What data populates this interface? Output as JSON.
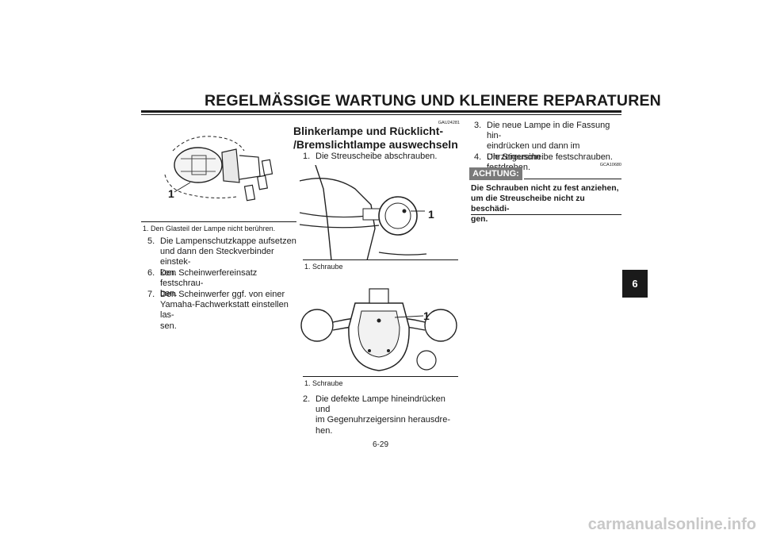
{
  "header": {
    "title": "REGELMÄSSIGE WARTUNG UND KLEINERE REPARATUREN"
  },
  "chapter_tab": "6",
  "left_column": {
    "figure_label": "1",
    "caption": "1. Den Glasteil der Lampe nicht berühren.",
    "steps": [
      {
        "num": "5.",
        "lines": [
          "Die Lampenschutzkappe aufsetzen",
          "und dann den Steckverbinder einstek-",
          "ken."
        ]
      },
      {
        "num": "6.",
        "lines": [
          "Den Scheinwerfereinsatz festschrau-",
          "ben."
        ]
      },
      {
        "num": "7.",
        "lines": [
          "Den Scheinwerfer ggf. von einer",
          "Yamaha-Fachwerkstatt einstellen las-",
          "sen."
        ]
      }
    ]
  },
  "middle_column": {
    "code": "GAU24281",
    "heading_lines": [
      "Blinkerlampe und Rücklicht-",
      "/Bremslichtlampe auswechseln"
    ],
    "step1": {
      "num": "1.",
      "text": "Die Streuscheibe abschrauben."
    },
    "figure1_label": "1",
    "caption1": "1. Schraube",
    "figure2_label": "1",
    "caption2": "1. Schraube",
    "step2": {
      "num": "2.",
      "lines": [
        "Die defekte Lampe hineindrücken und",
        "im Gegenuhrzeigersinn herausdre-",
        "hen."
      ]
    }
  },
  "right_column": {
    "steps": [
      {
        "num": "3.",
        "lines": [
          "Die neue Lampe in die Fassung hin-",
          "eindrücken und dann im Uhrzeigersinn",
          "festdrehen."
        ]
      },
      {
        "num": "4.",
        "lines": [
          "Die Streuscheibe festschrauben."
        ]
      }
    ],
    "code": "GCA10680",
    "achtung_label": "ACHTUNG:",
    "warning_lines": [
      "Die Schrauben nicht zu fest anziehen,",
      "um die Streuscheibe nicht zu beschädi-",
      "gen."
    ]
  },
  "footer": {
    "page_number": "6-29",
    "watermark": "carmanualsonline.info"
  }
}
